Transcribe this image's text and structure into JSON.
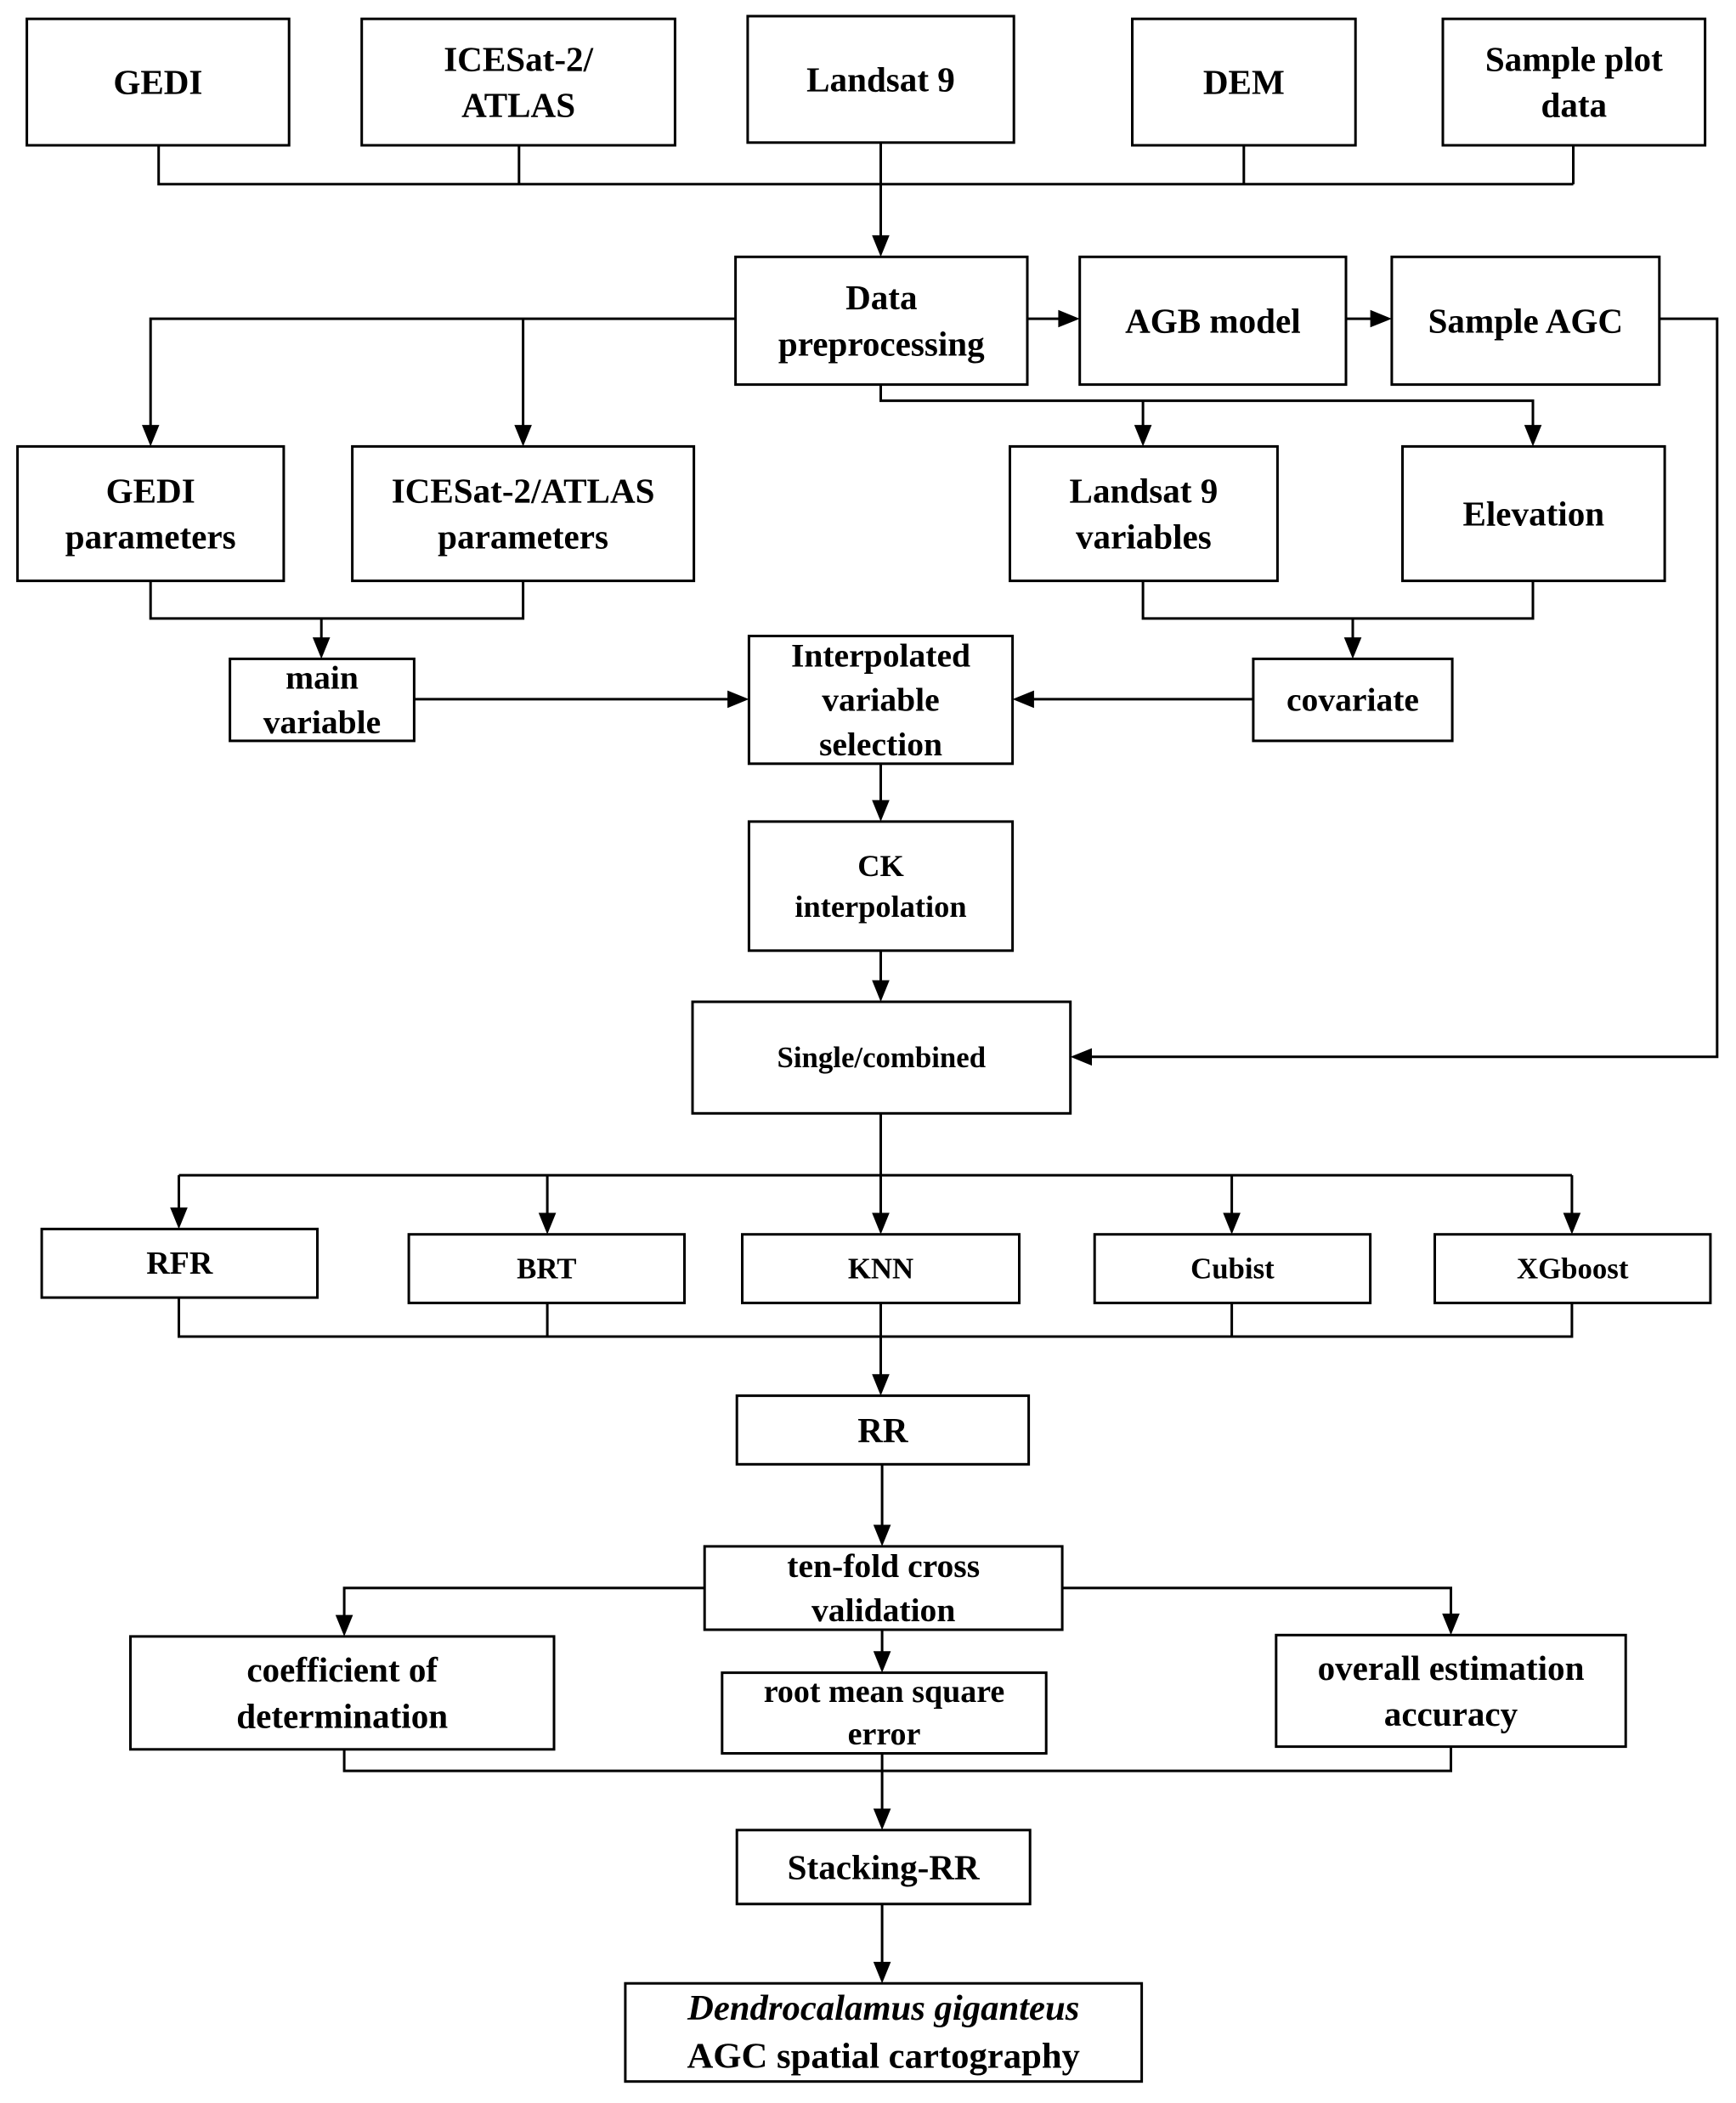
{
  "nodes": {
    "gedi": {
      "lines": [
        "GEDI"
      ]
    },
    "icesat": {
      "lines": [
        "ICESat-2/",
        "ATLAS"
      ]
    },
    "landsat": {
      "lines": [
        "Landsat 9"
      ]
    },
    "dem": {
      "lines": [
        "DEM"
      ]
    },
    "sample_plot": {
      "lines": [
        "Sample plot",
        "data"
      ]
    },
    "preprocessing": {
      "lines": [
        "Data",
        "preprocessing"
      ]
    },
    "agb_model": {
      "lines": [
        "AGB model"
      ]
    },
    "sample_agc": {
      "lines": [
        "Sample AGC"
      ]
    },
    "gedi_params": {
      "lines": [
        "GEDI",
        "parameters"
      ]
    },
    "icesat_params": {
      "lines": [
        "ICESat-2/ATLAS",
        "parameters"
      ]
    },
    "landsat_vars": {
      "lines": [
        "Landsat 9",
        "variables"
      ]
    },
    "elevation": {
      "lines": [
        "Elevation"
      ]
    },
    "main_variable": {
      "lines": [
        "main",
        "variable"
      ]
    },
    "interp_selection": {
      "lines": [
        "Interpolated",
        "variable",
        "selection"
      ]
    },
    "covariate": {
      "lines": [
        "covariate"
      ]
    },
    "ck_interp": {
      "lines": [
        "CK",
        "interpolation"
      ]
    },
    "single_combined": {
      "lines": [
        "Single/combined"
      ]
    },
    "rfr": {
      "lines": [
        "RFR"
      ]
    },
    "brt": {
      "lines": [
        "BRT"
      ]
    },
    "knn": {
      "lines": [
        "KNN"
      ]
    },
    "cubist": {
      "lines": [
        "Cubist"
      ]
    },
    "xgboost": {
      "lines": [
        "XGboost"
      ]
    },
    "rr": {
      "lines": [
        "RR"
      ]
    },
    "ten_fold": {
      "lines": [
        "ten-fold cross",
        "validation"
      ]
    },
    "coef_det": {
      "lines": [
        "coefficient of",
        "determination"
      ]
    },
    "rmse": {
      "lines": [
        "root mean square",
        "error"
      ]
    },
    "overall_acc": {
      "lines": [
        "overall estimation",
        "accuracy"
      ]
    },
    "stacking_rr": {
      "lines": [
        "Stacking-RR"
      ]
    },
    "final": {
      "lines": [
        "Dendrocalamus giganteus",
        "AGC spatial cartography"
      ],
      "italic_lines": [
        0
      ]
    }
  }
}
